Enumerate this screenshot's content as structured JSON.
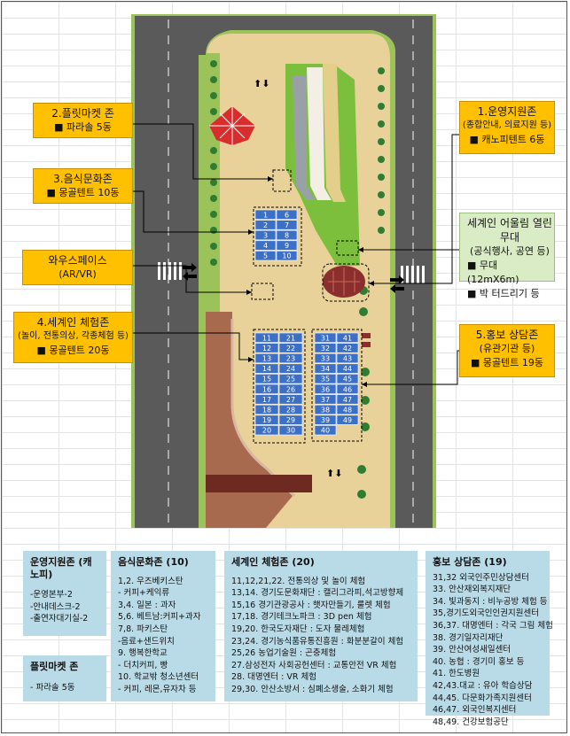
{
  "colors": {
    "road": "#5a5a5a",
    "plaza": "#e8d29a",
    "grass": "#7cbf3c",
    "brick": "#a86a4e",
    "tent": "#3c6fc6",
    "callout": "#ffc000",
    "callout_green": "#d9ecc5",
    "panel": "#b9dbe8"
  },
  "map": {
    "arrows_top": "⬆⬇",
    "arrows_bottom": "⬆⬇",
    "tents_a": [
      "1",
      "6",
      "2",
      "7",
      "3",
      "8",
      "4",
      "9",
      "5",
      "10"
    ],
    "tents_b": [
      "11",
      "21",
      "12",
      "22",
      "13",
      "23",
      "14",
      "24",
      "15",
      "25",
      "16",
      "26",
      "17",
      "27",
      "18",
      "28",
      "19",
      "29",
      "20",
      "30"
    ],
    "tents_c": [
      "31",
      "41",
      "32",
      "42",
      "33",
      "43",
      "34",
      "44",
      "35",
      "45",
      "36",
      "46",
      "37",
      "47",
      "38",
      "48",
      "39",
      "49",
      "40"
    ]
  },
  "callouts": {
    "flea": {
      "title": "2.플릿마켓 존",
      "body": "■ 파라솔 5동"
    },
    "food": {
      "title": "3.음식문화존",
      "body": "■ 몽골텐트 10동"
    },
    "wow": {
      "title": "와우스페이스",
      "body": "(AR/VR)"
    },
    "world": {
      "title": "4.세계인 체험존",
      "sub": "(놀이, 전통의상, 각종체험 등)",
      "body": "■ 몽골텐트 20동"
    },
    "ops": {
      "title": "1.운영지원존",
      "sub": "(종합안내, 의료지원 등)",
      "body": "■ 캐노피텐트 6동"
    },
    "stage": {
      "title": "세계인 어울림 열린무대",
      "sub": "(공식행사, 공연 등)",
      "body1": "■ 무대 (12mX6m)",
      "body2": "■ 박 터드리기 등"
    },
    "promo": {
      "title": "5.홍보 상담존",
      "sub": "(유관기관 등)",
      "body": "■ 몽골텐트 19동"
    }
  },
  "panels": {
    "ops": {
      "title": "운영지원존 (캐노피)",
      "items": [
        "-운영본부-2",
        "-안내데스크-2",
        "-출연자대기실-2"
      ]
    },
    "flea": {
      "title": "플릿마켓 존",
      "items": [
        "- 파라솔 5동"
      ]
    },
    "food": {
      "title": "음식문화존 (10)",
      "items": [
        "1,2. 우즈베키스탄",
        "  - 커피+케익류",
        "3,4. 일본 : 과자",
        "5,6. 베트남:커피+과자",
        "7,8. 파키스탄",
        "  -음료+샌드위치",
        "9. 행복한학교",
        "  - 더치커피, 빵",
        "10. 학교밖 청소년센터",
        "  - 커피, 레몬,유자차 등"
      ]
    },
    "world": {
      "title": "세계인 체험존 (20)",
      "items": [
        "11,12,21,22. 전통의상 및 놀이 체험",
        "13,14. 경기도문화재단 : 캘리그라피,석고방향제",
        "15,16 경기관광공사 : 햇자만들기, 룰렛 체험",
        "17,18. 경기테크노파크 : 3D pen 체험",
        "19,20. 한국도자재단 : 도자 물레체험",
        "23,24. 경기농식품유통진흥원 : 화분분갈이 체험",
        "25,26 농업기술원 : 곤충체험",
        "27.삼성전자 사회공헌센터 : 교통안전 VR 체험",
        "28. 대명엔터 : VR 체험",
        "29,30. 안산소방서 : 심폐소생술, 소화기 체험"
      ]
    },
    "promo": {
      "title": "홍보 상담존 (19)",
      "items": [
        "31,32 외국인주민상담센터",
        "33. 안산재외복지재단",
        "34. 빛과동지 : 비누공방 체험 등",
        "35,경기도외국인인권지원센터",
        "36,37. 대명엔터 : 각국 그림 체험",
        "38. 경기일자리재단",
        "39. 안산여성새일센터",
        "40. 농협 : 경기미 홍보 등",
        "41. 한도병원",
        "42,43.대교 : 유아 학습상담",
        "44,45. 다문화가족지원센터",
        "46,47. 외국인복지센터",
        "48,49. 건강보험공단"
      ]
    }
  }
}
